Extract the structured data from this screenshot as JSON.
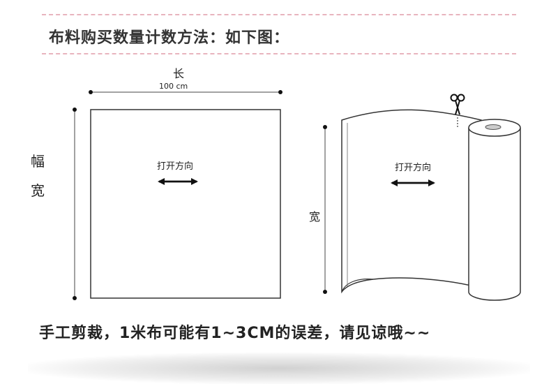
{
  "title": "布料购买数量计数方法：如下图：",
  "left_diagram": {
    "length_label": "长",
    "length_value": "100 cm",
    "width_label_1": "幅",
    "width_label_2": "宽",
    "open_direction": "打开方向"
  },
  "right_diagram": {
    "open_direction": "打开方向",
    "width_label": "宽",
    "cut_icon": "scissors-icon"
  },
  "footer": "手工剪裁，1米布可能有1~3CM的误差，请见谅哦~~"
}
